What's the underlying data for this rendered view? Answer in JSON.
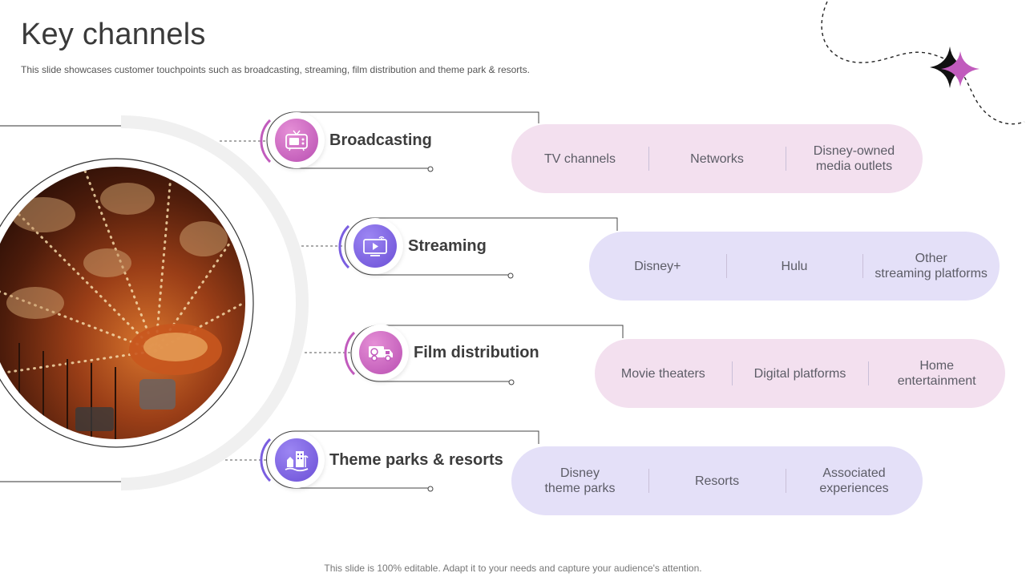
{
  "title": "Key channels",
  "subtitle": "This slide showcases customer touchpoints such as broadcasting, streaming, film distribution and theme park & resorts.",
  "footer": "This slide is 100% editable. Adapt it to your needs and capture your audience's attention.",
  "colors": {
    "pink_accent": "#c15bbd",
    "violet_accent": "#7a5ee0",
    "pink_pill": "#f3e0ef",
    "violet_pill": "#e4e0f8"
  },
  "channels": [
    {
      "label": "Broadcasting",
      "icon": "tv-icon",
      "items": [
        "TV channels",
        "Networks",
        "Disney-owned\nmedia outlets"
      ]
    },
    {
      "label": "Streaming",
      "icon": "streaming-monitor-icon",
      "items": [
        "Disney+",
        "Hulu",
        "Other\nstreaming platforms"
      ]
    },
    {
      "label": "Film distribution",
      "icon": "delivery-truck-icon",
      "items": [
        "Movie theaters",
        "Digital platforms",
        "Home\nentertainment"
      ]
    },
    {
      "label": "Theme parks & resorts",
      "icon": "castle-resort-icon",
      "items": [
        "Disney\ntheme parks",
        "Resorts",
        "Associated\nexperiences"
      ]
    }
  ]
}
